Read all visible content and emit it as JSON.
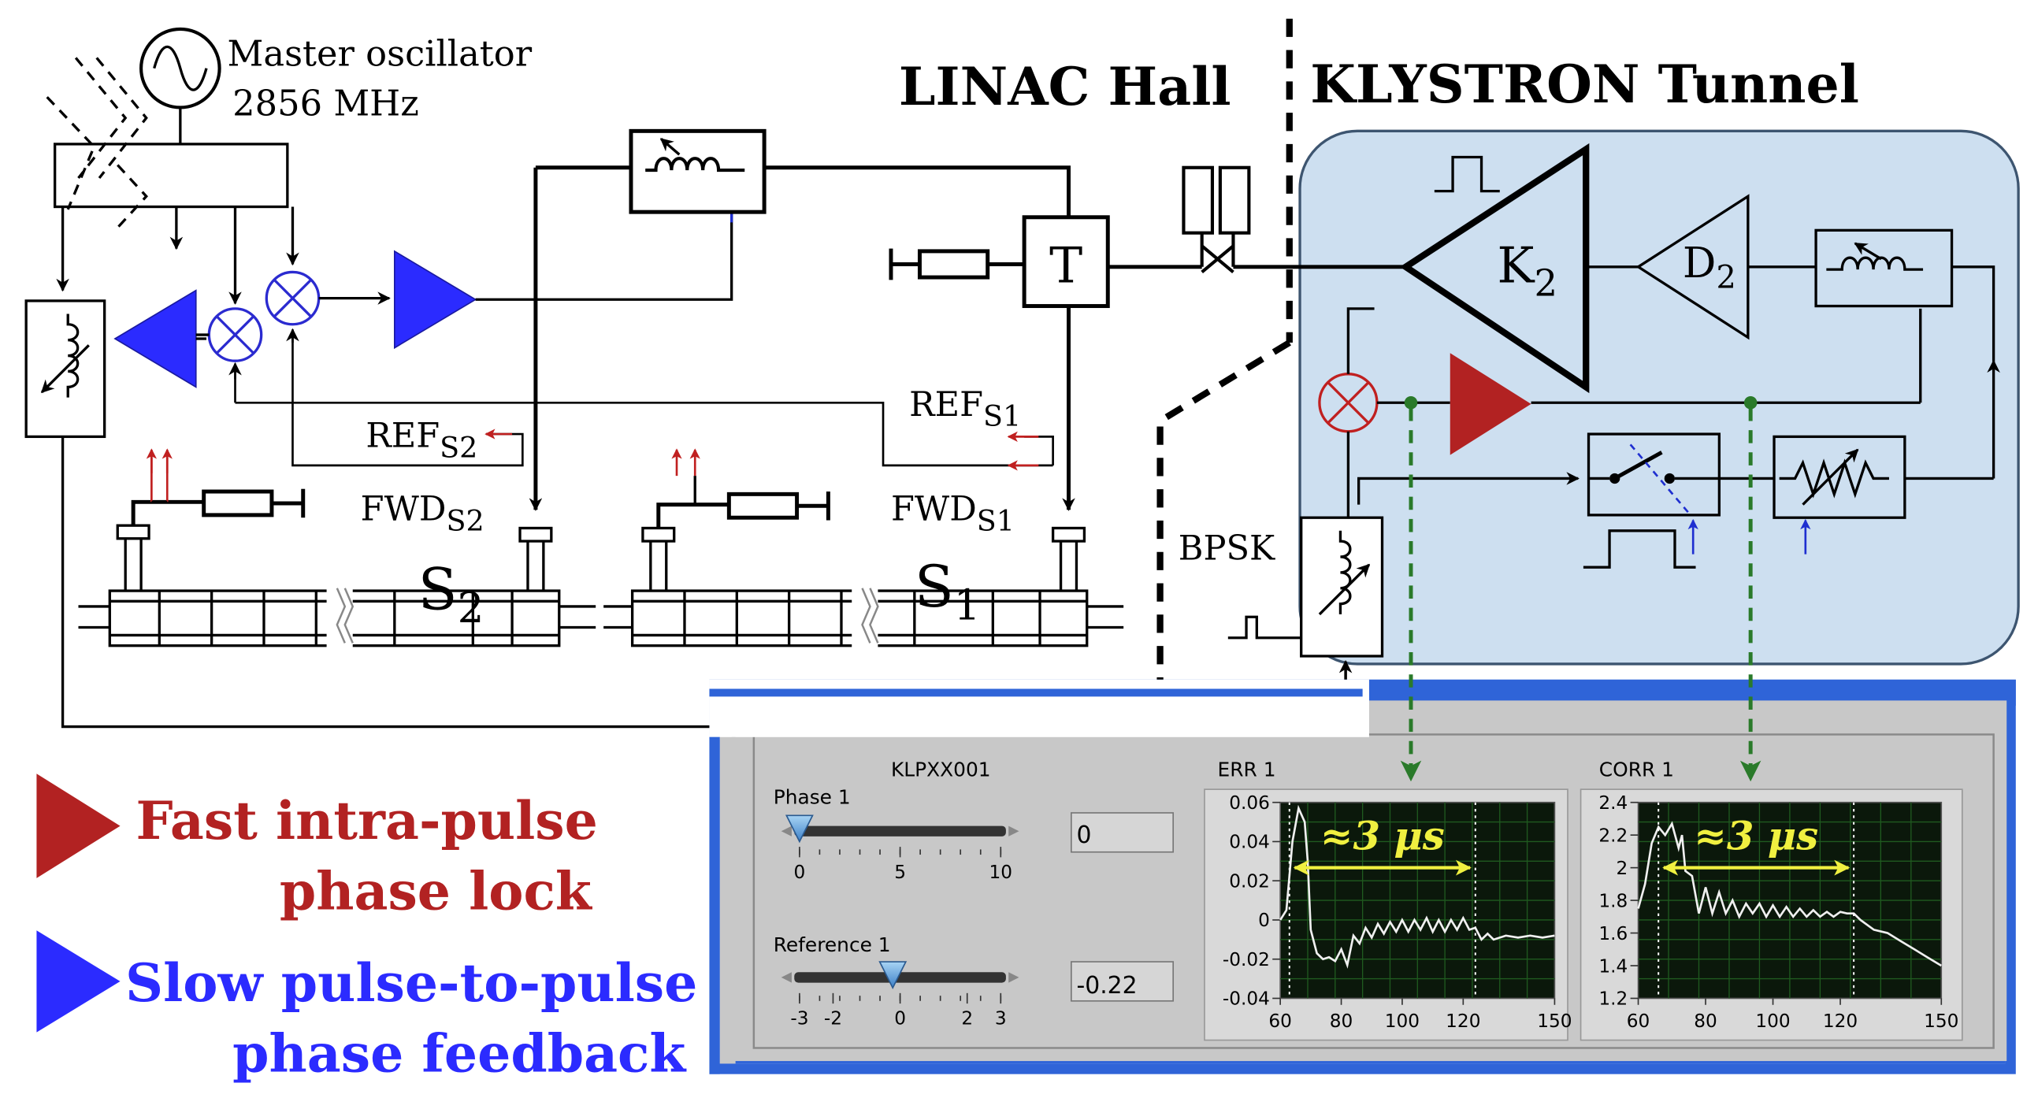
{
  "master_oscillator": {
    "line1": "Master oscillator",
    "line2": "2856 MHz"
  },
  "headings": {
    "linac_hall": "LINAC Hall",
    "klystron_tunnel": "KLYSTRON Tunnel"
  },
  "blocks": {
    "tee": "T",
    "klystron": "K",
    "klystron_sub": "2",
    "driver": "D",
    "driver_sub": "2",
    "bpsk": "BPSK"
  },
  "signals": {
    "ref_s2": "REF",
    "ref_s2_sub": "S2",
    "ref_s1": "REF",
    "ref_s1_sub": "S1",
    "fwd_s2": "FWD",
    "fwd_s2_sub": "S2",
    "fwd_s1": "FWD",
    "fwd_s1_sub": "S1",
    "section_s2": "S",
    "section_s2_sub": "2",
    "section_s1": "S",
    "section_s1_sub": "1"
  },
  "legend": {
    "fast_line1": "Fast intra-pulse",
    "fast_line2": "phase lock",
    "slow_line1": "Slow pulse-to-pulse",
    "slow_line2": "phase feedback",
    "fast_color": "#b22222",
    "slow_color": "#2b2bff"
  },
  "panel": {
    "title": "KLPXX001",
    "phase_label": "Phase 1",
    "phase_value": "0",
    "phase_slider_value": 0,
    "phase_ticks": [
      "0",
      "5",
      "10"
    ],
    "reference_label": "Reference 1",
    "reference_value": "-0.22",
    "reference_slider_value": -0.22,
    "reference_ticks": [
      "-3",
      "-2",
      "0",
      "2",
      "3"
    ],
    "err_title": "ERR 1",
    "err_yticks": [
      "0.06",
      "0.04",
      "0.02",
      "0",
      "-0.02",
      "-0.04"
    ],
    "corr_title": "CORR 1",
    "corr_yticks": [
      "2.4",
      "2.2",
      "2",
      "1.8",
      "1.6",
      "1.4",
      "1.2"
    ],
    "xticks": [
      "60",
      "80",
      "100",
      "120",
      "150"
    ],
    "annotation": "≈3 μs"
  },
  "chart_data": [
    {
      "type": "line",
      "title": "ERR 1",
      "xlim": [
        60,
        150
      ],
      "ylim": [
        -0.04,
        0.06
      ],
      "x": [
        60,
        62,
        64,
        66,
        68,
        69,
        70,
        72,
        74,
        76,
        78,
        80,
        82,
        84,
        86,
        88,
        90,
        92,
        94,
        96,
        98,
        100,
        102,
        104,
        106,
        108,
        110,
        112,
        114,
        116,
        118,
        120,
        122,
        124,
        126,
        128,
        130,
        134,
        138,
        142,
        146,
        150
      ],
      "y": [
        0.0,
        0.005,
        0.04,
        0.057,
        0.05,
        0.03,
        -0.005,
        -0.017,
        -0.02,
        -0.019,
        -0.021,
        -0.015,
        -0.023,
        -0.008,
        -0.012,
        -0.004,
        -0.009,
        -0.002,
        -0.007,
        -0.001,
        -0.006,
        0.0,
        -0.006,
        0.0,
        -0.005,
        0.001,
        -0.006,
        0.0,
        -0.006,
        0.0,
        -0.005,
        0.001,
        -0.005,
        -0.004,
        -0.01,
        -0.007,
        -0.01,
        -0.008,
        -0.009,
        -0.008,
        -0.009,
        -0.008
      ]
    },
    {
      "type": "line",
      "title": "CORR 1",
      "xlim": [
        60,
        150
      ],
      "ylim": [
        1.2,
        2.4
      ],
      "x": [
        60,
        62,
        64,
        66,
        68,
        70,
        72,
        73,
        74,
        76,
        78,
        80,
        82,
        84,
        86,
        88,
        90,
        92,
        94,
        96,
        98,
        100,
        102,
        104,
        106,
        108,
        110,
        112,
        114,
        116,
        118,
        120,
        122,
        124,
        126,
        130,
        134,
        138,
        142,
        146,
        150
      ],
      "y": [
        1.75,
        1.9,
        2.15,
        2.25,
        2.2,
        2.27,
        2.12,
        2.2,
        1.98,
        1.95,
        1.72,
        1.88,
        1.72,
        1.85,
        1.72,
        1.8,
        1.7,
        1.78,
        1.72,
        1.78,
        1.7,
        1.77,
        1.7,
        1.76,
        1.7,
        1.75,
        1.7,
        1.74,
        1.7,
        1.73,
        1.7,
        1.73,
        1.72,
        1.72,
        1.68,
        1.62,
        1.6,
        1.55,
        1.5,
        1.45,
        1.4
      ]
    }
  ]
}
